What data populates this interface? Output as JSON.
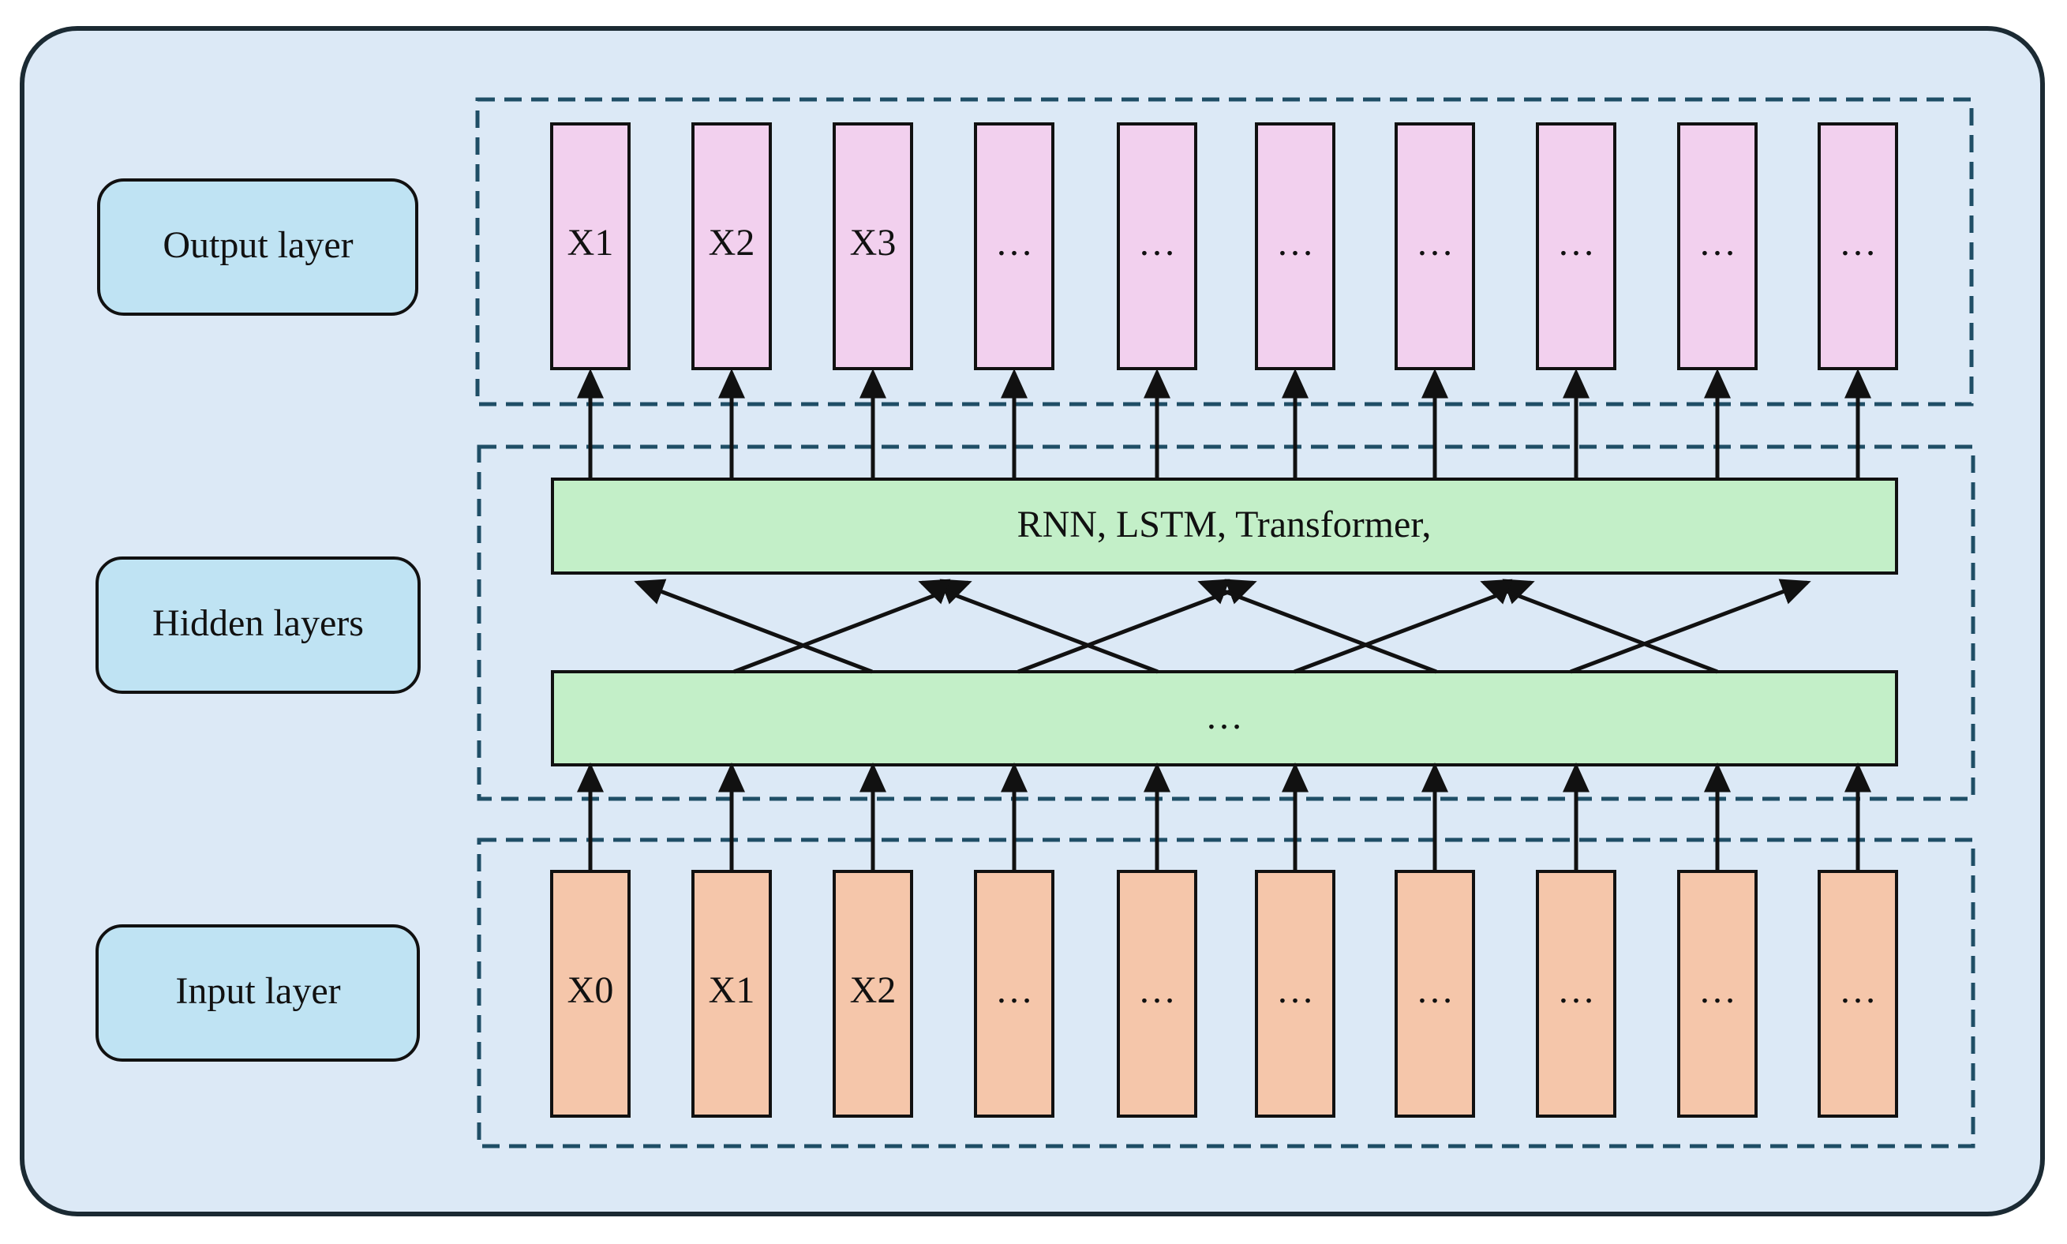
{
  "layers": {
    "output_label": "Output layer",
    "hidden_label": "Hidden layers",
    "input_label": "Input layer"
  },
  "output_tokens": [
    "X1",
    "X2",
    "X3",
    "…",
    "…",
    "…",
    "…",
    "…",
    "…",
    "…"
  ],
  "input_tokens": [
    "X0",
    "X1",
    "X2",
    "…",
    "…",
    "…",
    "…",
    "…",
    "…",
    "…"
  ],
  "hidden": {
    "top_block": "RNN, LSTM, Transformer,",
    "bottom_block": "…"
  },
  "colors": {
    "background": "#dce9f6",
    "outer_border": "#1b2a33",
    "dashed_border": "#1f4e66",
    "label_box_fill": "#bfe3f3",
    "output_fill": "#f2d0ee",
    "input_fill": "#f5c6aa",
    "hidden_fill": "#c3efc8",
    "stroke": "#111111"
  }
}
